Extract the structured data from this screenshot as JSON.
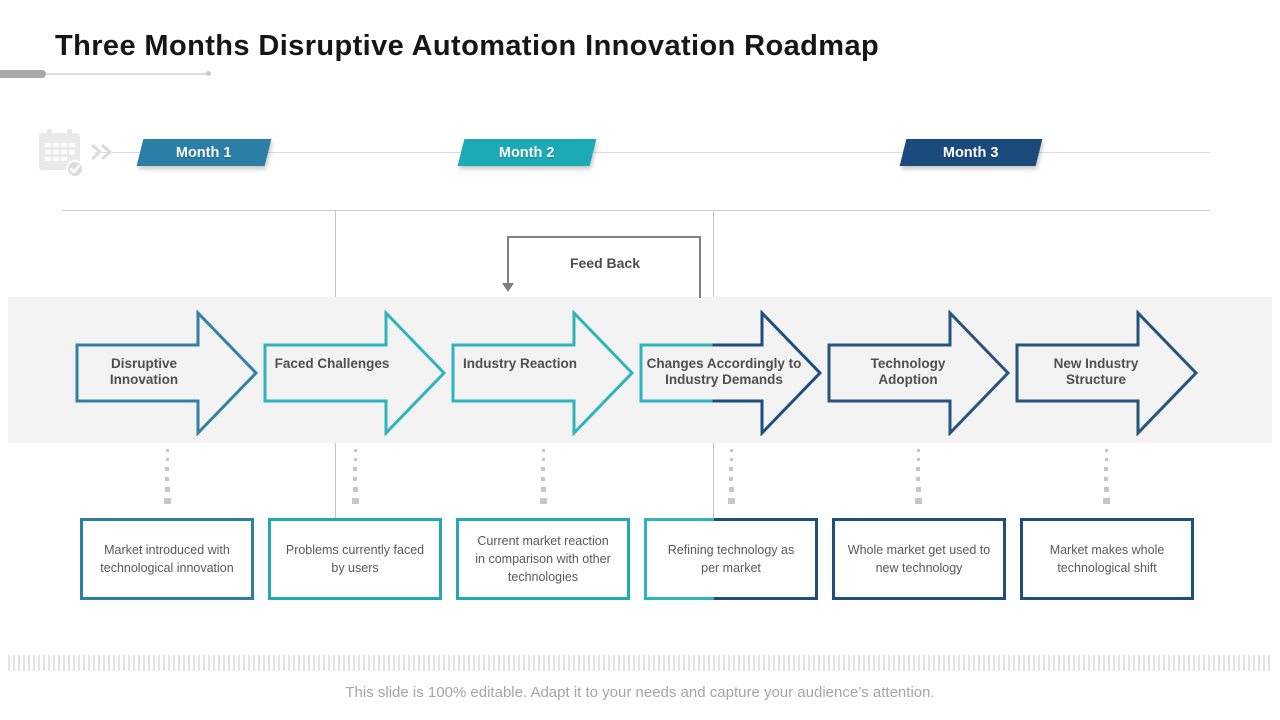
{
  "slide": {
    "title": "Three Months Disruptive Automation Innovation Roadmap"
  },
  "timeline": {
    "months": [
      {
        "label": "Month 1",
        "color": "#2b7fa6"
      },
      {
        "label": "Month 2",
        "color": "#1baab6"
      },
      {
        "label": "Month 3",
        "color": "#1b4a7d"
      }
    ]
  },
  "feedback": {
    "label": "Feed Back"
  },
  "stages": [
    {
      "label": "Disruptive Innovation",
      "description": "Market introduced with technological innovation",
      "accent": "#3381a4"
    },
    {
      "label": "Faced Challenges",
      "description": "Problems currently faced by users",
      "accent": "#2eb4bc"
    },
    {
      "label": "Industry Reaction",
      "description": "Current market reaction in comparison with other technologies",
      "accent": "#2eb4bc"
    },
    {
      "label": "Changes Accordingly to Industry Demands",
      "description": "Refining technology as per market",
      "accent_left": "#2eb4bc",
      "accent_right": "#1d4e7e"
    },
    {
      "label": "Technology Adoption",
      "description": "Whole market get used to new technology",
      "accent": "#27547e"
    },
    {
      "label": "New Industry Structure",
      "description": "Market makes whole technological shift",
      "accent": "#1e4e7d"
    }
  ],
  "icons": {
    "calendar": "calendar-check-icon",
    "chevrons": "double-chevron-icon"
  },
  "footer": {
    "text": "This slide is 100% editable. Adapt it to your needs and capture your audience’s attention."
  }
}
